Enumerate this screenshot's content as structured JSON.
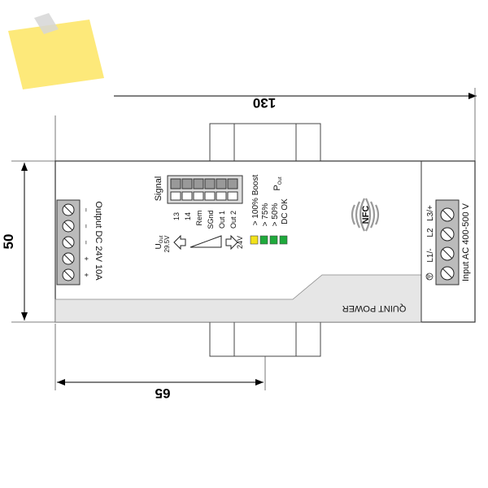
{
  "dimensions": {
    "width_top": "130",
    "height_left": "50",
    "width_bottom": "65"
  },
  "device": {
    "brand_label": "QUINT POWER",
    "nfc_label": "NFC",
    "output_label": "Output DC 24V 10A",
    "output_terminals": [
      "+",
      "+",
      "−",
      "−",
      "−"
    ],
    "input_label": "Input AC 400-500 V",
    "input_terminal_labels": [
      "L1/-",
      "L2",
      "L3/+"
    ],
    "signal_label": "Signal",
    "signal_pins": [
      "13",
      "14",
      "Rem",
      "SGnd",
      "Out 1",
      "Out 2"
    ],
    "uout_label": "U",
    "uout_sub": "Out",
    "uout_value": "29.5V",
    "arrow_value": "24V",
    "led_rows": [
      {
        "label": "> 100% Boost",
        "color": "#f2e21a"
      },
      {
        "label": "> 75%",
        "color": "#1faa3c"
      },
      {
        "label": "> 50%",
        "color": "#1faa3c"
      },
      {
        "label": "DC OK",
        "color": "#1faa3c"
      }
    ],
    "pout_label": "P",
    "pout_sub": "Out"
  },
  "colors": {
    "sticky_note": "#fde97a",
    "tape": "#d6d6d6",
    "housing_band": "#e6e6e6"
  }
}
